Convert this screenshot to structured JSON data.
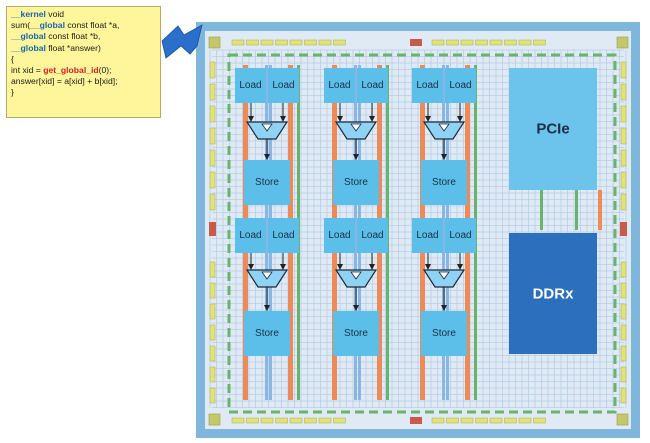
{
  "code": {
    "lines": [
      [
        {
          "t": "__kernel",
          "c": "kw"
        },
        {
          "t": " void",
          "c": ""
        }
      ],
      [
        {
          "t": "sum(",
          "c": ""
        },
        {
          "t": "__global",
          "c": "kw"
        },
        {
          "t": " const float *a,",
          "c": ""
        }
      ],
      [
        {
          "t": "__global",
          "c": "kw"
        },
        {
          "t": " const float *b,",
          "c": ""
        }
      ],
      [
        {
          "t": "__global",
          "c": "kw"
        },
        {
          "t": " float *answer)",
          "c": ""
        }
      ],
      [
        {
          "t": "{",
          "c": ""
        }
      ],
      [
        {
          "t": "int xid = ",
          "c": ""
        },
        {
          "t": "get_global_id",
          "c": "fn"
        },
        {
          "t": "(0);",
          "c": ""
        }
      ],
      [
        {
          "t": "answer[xid] = a[xid] + b[xid];",
          "c": ""
        }
      ],
      [
        {
          "t": "}",
          "c": ""
        }
      ]
    ]
  },
  "labels": {
    "load": "Load",
    "store": "Store",
    "pcie": "PCIe",
    "ddr": "DDRx"
  },
  "colors": {
    "chip_border": "#7fb7dc",
    "chip_fill": "#dfeaf5",
    "grid_line": "#b9cde4",
    "block": "#5cbfe9",
    "block_text": "#1c2e45",
    "pcie": "#6cc3ec",
    "ddr": "#2b6fbd",
    "ddr_text": "#ffffff",
    "route_orange": "#ee8a58",
    "route_green": "#6ab36a",
    "route_blue": "#8ab6e3",
    "arrow": "#2a6fc9",
    "io_pad": "#e0e37a",
    "io_red": "#c85a4a",
    "corner": "#c4c86a",
    "code_bg": "#fff59a"
  }
}
